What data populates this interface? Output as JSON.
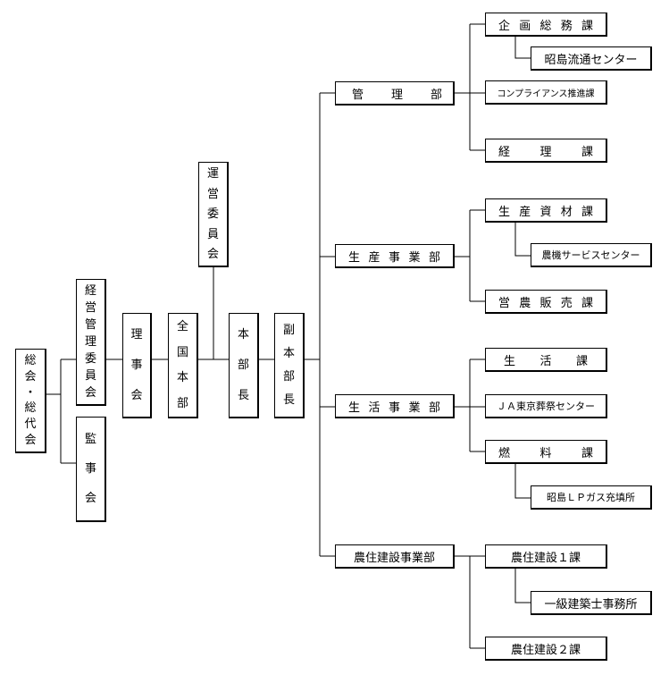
{
  "nodes": {
    "general_assembly": "総会・総代会",
    "management_committee": "経営管理委員会",
    "auditors": "監事会",
    "board": "理事会",
    "national_hq": "全国本部",
    "operating_committee": "運営委員会",
    "hq_director": "本部長",
    "deputy_hq_director": "副本部長",
    "dept_admin": "管理部",
    "sec_planning": "企画総務課",
    "center_akishima_distribution": "昭島流通センター",
    "sec_compliance": "コンプライアンス推進課",
    "sec_accounting": "経理課",
    "dept_production": "生産事業部",
    "sec_production_materials": "生産資材課",
    "center_farm_machinery": "農機サービスセンター",
    "sec_agri_sales": "営農販売課",
    "dept_living": "生活事業部",
    "sec_living": "生活課",
    "center_ja_funeral": "ＪＡ東京葬祭センター",
    "sec_fuel": "燃料課",
    "center_lp_gas": "昭島ＬＰガス充填所",
    "dept_construction": "農住建設事業部",
    "sec_construction_1": "農住建設１課",
    "office_architect": "一級建築士事務所",
    "sec_construction_2": "農住建設２課"
  }
}
